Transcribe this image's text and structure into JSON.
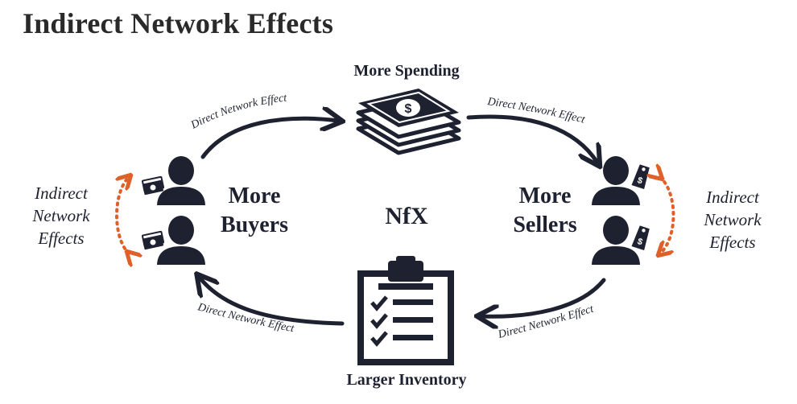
{
  "title": "Indirect Network Effects",
  "nodes": {
    "top": "More Spending",
    "bottom": "Larger Inventory",
    "left_line1": "More",
    "left_line2": "Buyers",
    "right_line1": "More",
    "right_line2": "Sellers",
    "center_logo": "NfX"
  },
  "edges": {
    "top_left": "Direct Network Effect",
    "top_right": "Direct Network Effect",
    "bottom_right": "Direct Network Effect",
    "bottom_left": "Direct Network Effect"
  },
  "side_labels": {
    "left": [
      "Indirect",
      "Network",
      "Effects"
    ],
    "right": [
      "Indirect",
      "Network",
      "Effects"
    ]
  },
  "icons": {
    "money": "cash-stack-icon",
    "clipboard": "clipboard-checklist-icon",
    "person": "person-icon",
    "price_tag": "price-tag-icon"
  },
  "colors": {
    "dark": "#1e2130",
    "accent": "#e0602a"
  }
}
